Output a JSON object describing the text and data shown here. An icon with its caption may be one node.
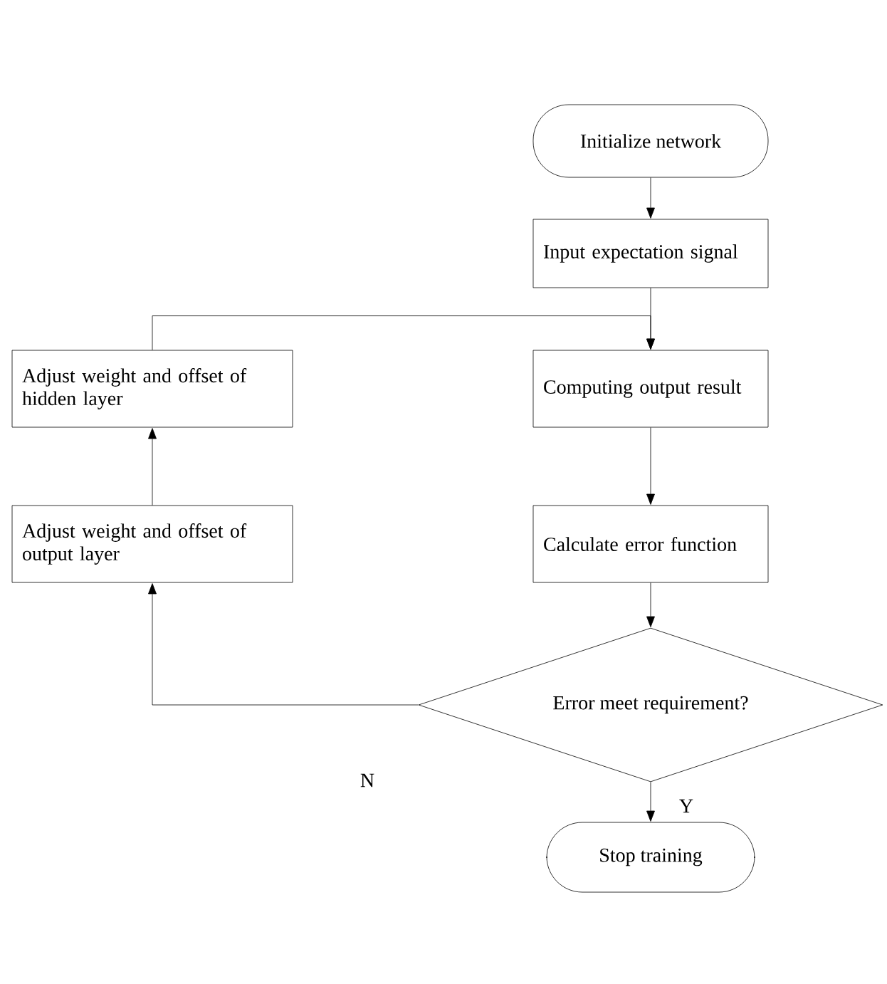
{
  "diagram": {
    "nodes": [
      {
        "text": [
          "Initialize network"
        ]
      },
      {
        "text": [
          "Input expectation signal"
        ]
      },
      {
        "text": [
          "Adjust weight and offset of hidden layer"
        ]
      },
      {
        "text": [
          "Computing output result"
        ]
      },
      {
        "text": [
          "Adjust weight and offset of output layer"
        ]
      },
      {
        "text": [
          "Calculate error function"
        ]
      },
      {
        "text": [
          "Error meet requirement?"
        ]
      },
      {
        "text": [
          "Stop training"
        ]
      }
    ],
    "edges": [
      {
        "from": 0,
        "to": 1,
        "arrow": "to"
      },
      {
        "from": 1,
        "to": 3,
        "arrow": "to"
      },
      {
        "from": 2,
        "to": 3,
        "arrow": "to"
      },
      {
        "from": 3,
        "to": 5,
        "arrow": "to"
      },
      {
        "from": 5,
        "to": 6,
        "arrow": "to"
      },
      {
        "from": 6,
        "to": 4,
        "arrow": "to",
        "label": "N"
      },
      {
        "from": 6,
        "to": 7,
        "arrow": "to",
        "label": "Y"
      },
      {
        "from": 4,
        "to": 2,
        "arrow": "to"
      }
    ]
  }
}
